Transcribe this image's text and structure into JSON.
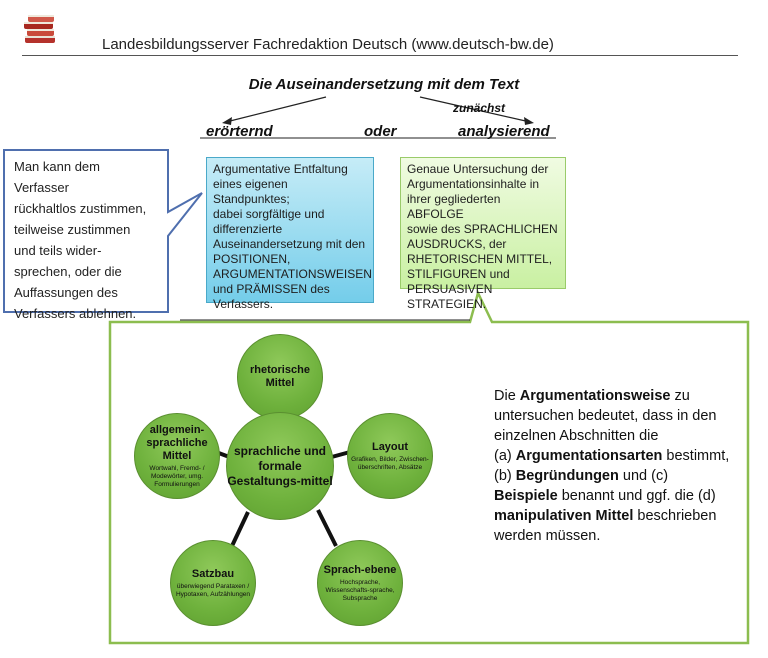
{
  "header": {
    "title": "Landesbildungsserver Fachredaktion Deutsch (www.deutsch-bw.de)",
    "logo_icon": "books-stack-icon"
  },
  "diagram": {
    "title": "Die Auseinandersetzung  mit dem Text",
    "zunaechst": "zunächst",
    "eroerternd": "erörternd",
    "oder": "oder",
    "analysierend": "analysierend"
  },
  "callout": {
    "lines": [
      "Man kann dem Verfasser",
      "rückhaltlos zustimmen,",
      "teilweise zustimmen",
      "und teils wider-",
      "sprechen,  oder die",
      "Auffassungen des",
      "Verfassers ablehnen."
    ]
  },
  "box_eroerternd": {
    "lines": [
      "Argumentative Entfaltung",
      "eines eigenen Standpunktes;",
      "dabei sorgfältige und",
      "differenzierte",
      "Auseinandersetzung mit den",
      "POSITIONEN,",
      "ARGUMENTATIONSWEISEN",
      "und PRÄMISSEN des",
      "Verfassers."
    ]
  },
  "box_analysierend": {
    "lines": [
      "Genaue Untersuchung der",
      "Argumentationsinhalte in",
      "ihrer gegliederten ABFOLGE",
      "sowie des SPRACHLICHEN",
      "AUSDRUCKS, der",
      "RHETORISCHEN MITTEL,",
      "STILFIGUREN und",
      "PERSUASIVEN STRATEGIEN."
    ]
  },
  "circles": {
    "center": {
      "title": "sprachliche und formale Gestaltungs-mittel"
    },
    "rhetorik": {
      "title": "rhetorische Mittel"
    },
    "layout": {
      "title": "Layout",
      "sub": "Grafiken, Bilder, Zwischen-überschriften, Absätze"
    },
    "sprachebene": {
      "title": "Sprach-ebene",
      "sub": "Hochsprache, Wissenschafts-sprache, Subsprache"
    },
    "satzbau": {
      "title": "Satzbau",
      "sub": "überwiegend Parataxen / Hypotaxen, Aufzählungen"
    },
    "allgemein": {
      "title": "allgemein-sprachliche Mittel",
      "sub": "Wortwahl, Fremd- / Modewörter, umg. Formulierungen"
    }
  },
  "explanation": {
    "p1": "Die ",
    "b1": "Argumentationsweise",
    "p2": " zu untersuchen bedeutet, dass in den einzelnen Abschnitten die",
    "p3": "(a) ",
    "b2": "Argumentationsarten",
    "p4": " bestimmt, (b) ",
    "b3": "Begründungen",
    "p5": " und (c) ",
    "b4": "Beispiele",
    "p6": " benannt und ggf. die (d) ",
    "b5": "manipulativen Mittel",
    "p7": " beschrieben werden müssen."
  },
  "colors": {
    "blue_box": "#74cdea",
    "green_box": "#c9f0a2",
    "circle_green": "#6eb13c",
    "callout_border": "#4f6fae",
    "frame_border": "#8cbd4f"
  }
}
